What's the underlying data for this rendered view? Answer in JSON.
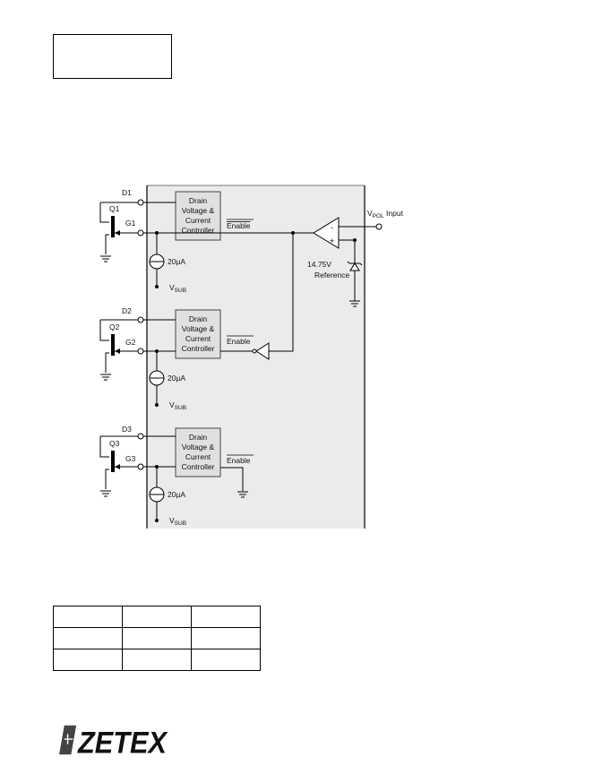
{
  "diagram": {
    "channels": [
      {
        "drain": "D1",
        "transistor": "Q1",
        "gate": "G1",
        "block_lines": [
          "Drain",
          "Voltage &",
          "Current",
          "Controller"
        ],
        "enable": "Enable",
        "current": "20µA",
        "vsub_main": "V",
        "vsub_sub": "SUB"
      },
      {
        "drain": "D2",
        "transistor": "Q2",
        "gate": "G2",
        "block_lines": [
          "Drain",
          "Voltage &",
          "Current",
          "Controller"
        ],
        "enable": "Enable",
        "current": "20µA",
        "vsub_main": "V",
        "vsub_sub": "SUB"
      },
      {
        "drain": "D3",
        "transistor": "Q3",
        "gate": "G3",
        "block_lines": [
          "Drain",
          "Voltage &",
          "Current",
          "Controller"
        ],
        "enable": "Enable",
        "current": "20µA",
        "vsub_main": "V",
        "vsub_sub": "SUB"
      }
    ],
    "vpol": {
      "main": "V",
      "sub": "POL",
      "suffix": " Input"
    },
    "reference": {
      "line1": "14.75V",
      "line2": "Reference"
    },
    "comparator": {
      "minus": "-",
      "plus": "+"
    }
  },
  "logo": {
    "text": "ZETEX"
  }
}
